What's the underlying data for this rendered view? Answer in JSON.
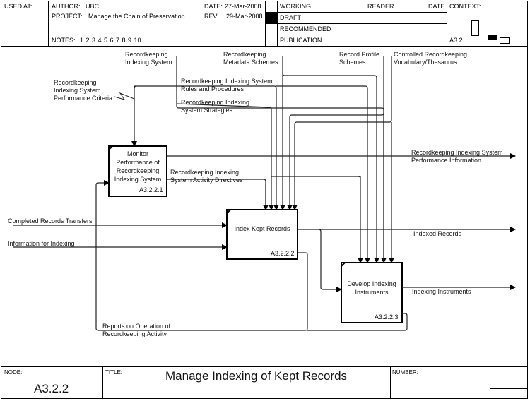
{
  "header": {
    "used_at_label": "USED AT:",
    "author_label": "AUTHOR:",
    "author": "UBC",
    "project_label": "PROJECT:",
    "project": "Manage the Chain of Preservation",
    "date_label": "DATE:",
    "date": "27-Mar-2008",
    "rev_label": "REV:",
    "rev": "29-Mar-2008",
    "notes_label": "NOTES:",
    "notes": "1 2 3 4 5 6 7 8 9 10",
    "status_rows": [
      "WORKING",
      "DRAFT",
      "RECOMMENDED",
      "PUBLICATION"
    ],
    "active_status": "DRAFT",
    "reader_label": "READER",
    "reader_date_label": "DATE",
    "context_label": "CONTEXT:",
    "context_node": "A3.2"
  },
  "diagram": {
    "boxes": [
      {
        "id": "box1",
        "label": "Monitor Performance of Recordkeeping Indexing System",
        "lines": [
          "Monitor",
          "Performance of",
          "Recordkeeping",
          "Indexing System"
        ],
        "number": "A3.2.2.1"
      },
      {
        "id": "box2",
        "label": "Index Kept Records",
        "lines": [
          "Index Kept Records"
        ],
        "number": "A3.2.2.2"
      },
      {
        "id": "box3",
        "label": "Develop Indexing Instruments",
        "lines": [
          "Develop Indexing",
          "Instruments"
        ],
        "number": "A3.2.2.3"
      }
    ],
    "arrows": {
      "ctrl_system": [
        "Recordkeeping",
        "Indexing System"
      ],
      "ctrl_metadata": [
        "Recordkeeping",
        "Metadata Schemes"
      ],
      "ctrl_profile": [
        "Record Profile",
        "Schemes"
      ],
      "ctrl_vocab": [
        "Controlled Recordkeeping",
        "Vocabulary/Thesaurus"
      ],
      "ctrl_criteria": [
        "Recordkeeping",
        "Indexing System",
        "Performance Criteria"
      ],
      "ctrl_rules": [
        "Recordkeeping Indexing System",
        "Rules and Procedures"
      ],
      "ctrl_strategies": [
        "Recordkeeping Indexing",
        "System Strategies"
      ],
      "out_perf_info": [
        "Recordkeeping Indexing System",
        "Performance Information"
      ],
      "directives": [
        "Recordkeeping Indexing",
        "System Activity Directives"
      ],
      "in_transfers": [
        "Completed Records Transfers"
      ],
      "in_information": [
        "Information for Indexing"
      ],
      "out_indexed": [
        "Indexed Records"
      ],
      "out_instruments": [
        "Indexing Instruments"
      ],
      "feedback_reports": [
        "Reports on Operation of",
        "Recordkeeping Activity"
      ]
    }
  },
  "footer": {
    "node_label": "NODE:",
    "node": "A3.2.2",
    "title_label": "TITLE:",
    "title": "Manage Indexing of Kept Records",
    "number_label": "NUMBER:"
  }
}
